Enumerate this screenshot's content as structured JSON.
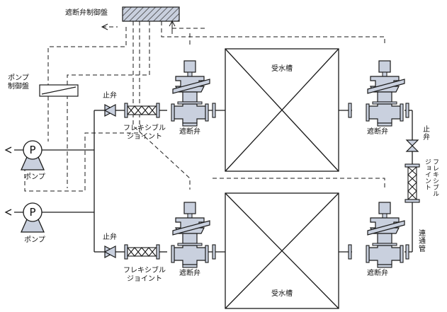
{
  "labels": {
    "control_panel": "遮断弁制御盤",
    "pump_panel": "ポンプ\n制御盤",
    "tank": "受水槽",
    "valve": "遮断弁",
    "stop_valve": "止弁",
    "stop_valve_vertical": "止\n弁",
    "flex_joint": "フレキシブル\nジョイント",
    "flex_joint_vertical": "フレキシブル\nジョイント",
    "connecting_pipe": "連\n通\n管",
    "pump": "ポンプ",
    "pump_symbol": "P"
  },
  "colors": {
    "line": "#1a1a1a",
    "valve_fill": "#c9d0de",
    "panel_fill": "#aab4cc"
  }
}
